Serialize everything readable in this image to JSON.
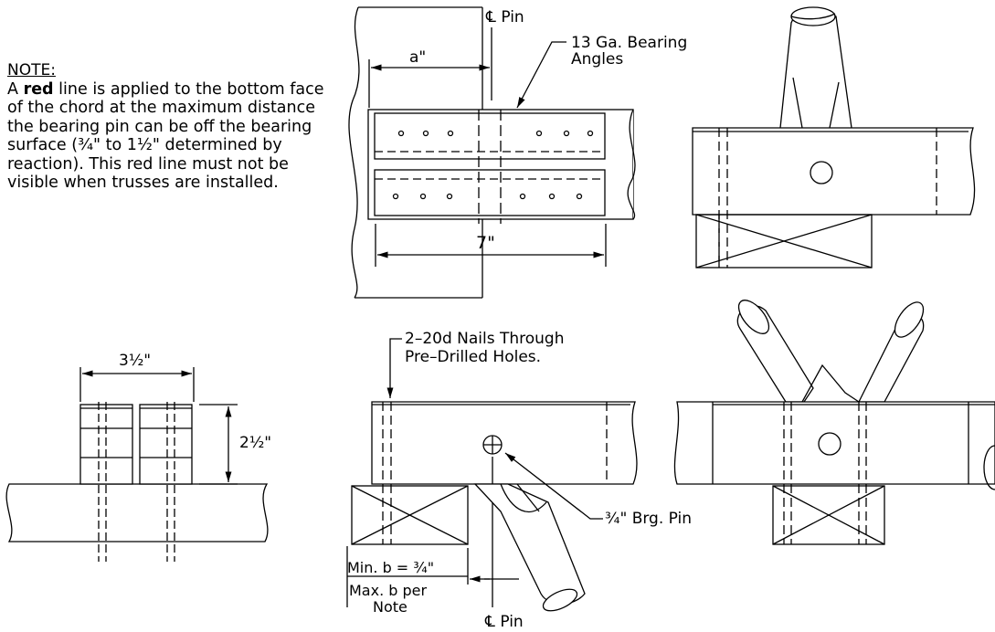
{
  "note": {
    "title": "NOTE:",
    "body_pre": "A",
    "body_emph": "red",
    "body_post": "line is applied to the bottom face of the chord at the maximum distance the bearing pin can be off the bearing surface (¾\" to 1½\" determined by reaction). This red line must not be visible when trusses are installed."
  },
  "labels": {
    "pin_top": "℄ Pin",
    "bearing_angles_1": "13 Ga. Bearing",
    "bearing_angles_2": "Angles",
    "dim_a": "a\"",
    "dim_7": "7\"",
    "dim_width": "3½\"",
    "dim_height": "2½\"",
    "nails_1": "2–20d Nails Through",
    "nails_2": "Pre–Drilled Holes.",
    "brg_pin": "¾\" Brg. Pin",
    "min_b": "Min. b = ¾\"",
    "max_b_1": "Max. b per",
    "max_b_2": "Note",
    "pin_bottom": "℄ Pin"
  }
}
